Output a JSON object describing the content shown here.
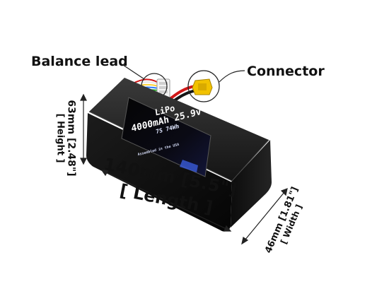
{
  "callouts": {
    "balance_lead": "Balance lead",
    "connector": "Connector"
  },
  "label": {
    "chemistry": "LiPo",
    "capacity_voltage": "4000mAh 25.9v",
    "config_energy": "7S 74Wh",
    "origin": "Assembled in the USA"
  },
  "dimensions": {
    "length_metric": "140mm [5.5\"]",
    "length_name": "[ Length ]",
    "height_metric": "63mm [2.48\"]",
    "height_name": "[ Height ]",
    "width_metric": "46mm [1.81\"]",
    "width_name": "[ Width ]"
  },
  "colors": {
    "battery_body": "#121212",
    "label_accent": "#3a5bd9",
    "connector": "#f2c200",
    "wire_red": "#d01818",
    "background": "#ffffff"
  }
}
